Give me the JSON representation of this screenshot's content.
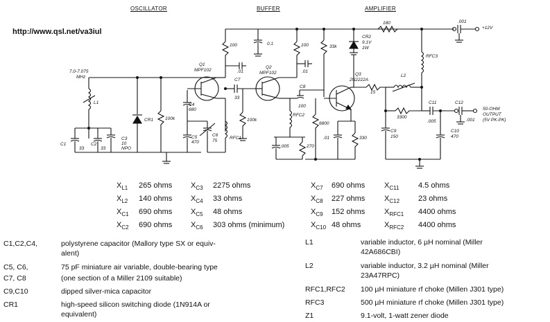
{
  "sections": {
    "oscillator": "OSCILLATOR",
    "buffer": "BUFFER",
    "amplifier": "AMPLIFIER"
  },
  "url": "http://www.qsl.net/va3iul",
  "schematic": {
    "freq_line1": "7.0-7.075",
    "freq_line2": "MHz",
    "L1": "L1",
    "C1": "C1",
    "C1_v": "33",
    "C2": "C2",
    "C2_v": "33",
    "C3": "C3",
    "C3_v1": "10",
    "C3_v2": "NPO",
    "CR1": "CR1",
    "R_osc_gate": "100k",
    "C4": "C4",
    "C4_v": "680",
    "C5": "C5",
    "C5_v": "470",
    "C6": "C6",
    "C6_v": "75",
    "RFC1": "RFC1",
    "Q1": "Q1",
    "Q1_type": "MPF102",
    "R_osc_drain": "100",
    "C_osc_bypass": ".01",
    "C7": "C7",
    "C7_v": "33",
    "R_buf_gate": "100k",
    "Q2": "Q2",
    "Q2_type": "MPF102",
    "R_buf_drain": "100",
    "C_buf_bypass": ".01",
    "C_buf_top": "0.1",
    "C8": "C8",
    "C8_v": "100",
    "RFC2": "RFC2",
    "C_buf_src": ".005",
    "R_buf_src": "270",
    "R_6800": "6800",
    "R_33k": "33k",
    "CR2": "CR2",
    "CR2_v1": "9.1V",
    "CR2_v2": "1W",
    "R_180": "180",
    "C_001_top": ".001",
    "supply": "+12V",
    "RFC3": "RFC3",
    "Q3": "Q3",
    "Q3_type": "2N2222A",
    "R_15": "15",
    "L2": "L2",
    "C_amp_em": ".01",
    "R_330": "330",
    "C9": "C9",
    "C9_v": "150",
    "R_3300": "3300",
    "C11": "C11",
    "C11_v": ".005",
    "C12": "C12",
    "C12_v": ".001",
    "C10": "C10",
    "C10_v": "470",
    "out1": "50-OHM",
    "out2": "OUTPUT",
    "out3": "(5V PK-PK)"
  },
  "reactances_left": [
    {
      "sym": "X",
      "sub": "L1",
      "val": "265 ohms",
      "sym2": "X",
      "sub2": "C3",
      "val2": "2275 ohms"
    },
    {
      "sym": "X",
      "sub": "L2",
      "val": "140 ohms",
      "sym2": "X",
      "sub2": "C4",
      "val2": "33 ohms"
    },
    {
      "sym": "X",
      "sub": "C1",
      "val": "690 ohms",
      "sym2": "X",
      "sub2": "C5",
      "val2": "48 ohms"
    },
    {
      "sym": "X",
      "sub": "C2",
      "val": "690 ohms",
      "sym2": "X",
      "sub2": "C6",
      "val2": "303 ohms (minimum)"
    }
  ],
  "reactances_right": [
    {
      "sym": "X",
      "sub": "C7",
      "val": "690 ohms",
      "sym2": "X",
      "sub2": "C11",
      "val2": "4.5 ohms"
    },
    {
      "sym": "X",
      "sub": "C8",
      "val": "227 ohms",
      "sym2": "X",
      "sub2": "C12",
      "val2": "23 ohms"
    },
    {
      "sym": "X",
      "sub": "C9",
      "val": "152 ohms",
      "sym2": "X",
      "sub2": "RFC1",
      "val2": "4400 ohms"
    },
    {
      "sym": "X",
      "sub": "C10",
      "val": "48 ohms",
      "sym2": "X",
      "sub2": "RFC2",
      "val2": "4400 ohms"
    }
  ],
  "parts_left": [
    {
      "ref": "C1,C2,C4,",
      "desc1": "polystyrene capacitor (Mallory type SX or equiv-",
      "desc2": "alent)"
    },
    {
      "ref": "C5, C6,",
      "desc1": "75 pF miniature air variable, double-bearing type",
      "desc2": ""
    },
    {
      "ref": "C7, C8",
      "desc1": "(one section of a Miller 2109 suitable)",
      "desc2": ""
    },
    {
      "ref": "C9,C10",
      "desc1": "dipped silver-mica capacitor",
      "desc2": ""
    },
    {
      "ref": "CR1",
      "desc1": "high-speed silicon switching diode (1N914A or",
      "desc2": "equivalent)"
    }
  ],
  "parts_right": [
    {
      "ref": "L1",
      "desc1": "variable inductor, 6 µH nominal (Miller",
      "desc2": "42A686CBI)"
    },
    {
      "ref": "L2",
      "desc1": "variable inductor, 3.2 µH nominal (Miller",
      "desc2": "23A47RPC)"
    },
    {
      "ref": "RFC1,RFC2",
      "desc1": "100 µH miniature rf choke (Millen J301 type)",
      "desc2": ""
    },
    {
      "ref": "RFC3",
      "desc1": "500 µH miniature rf choke (Millen J301 type)",
      "desc2": ""
    },
    {
      "ref": "Z1",
      "desc1": "9.1-volt, 1-watt zener diode",
      "desc2": ""
    }
  ]
}
